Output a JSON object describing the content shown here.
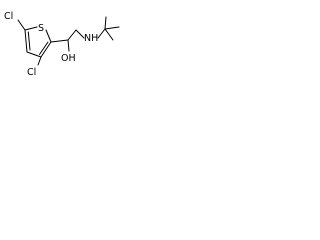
{
  "structure": {
    "atoms": {
      "cl_top": "Cl",
      "s": "S",
      "cl_bottom": "Cl",
      "oh": "OH",
      "nh": "NH"
    }
  }
}
